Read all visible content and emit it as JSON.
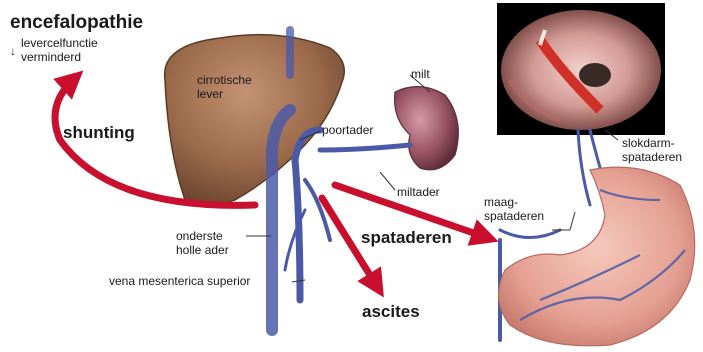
{
  "labels": {
    "encephalopathy": "encefalopathie",
    "liver_function_1": "levercelfunctie",
    "liver_function_2": "verminderd",
    "down_arrow": "↓",
    "cirrhotic_1": "cirrotische",
    "cirrhotic_2": "lever",
    "spleen": "milt",
    "portal_vein": "poortader",
    "shunting": "shunting",
    "splenic_vein": "miltader",
    "esophageal_1": "slokdarm-",
    "esophageal_2": "spataderen",
    "gastric_1": "maag-",
    "gastric_2": "spataderen",
    "varices": "spataderen",
    "ivc_1": "onderste",
    "ivc_2": "holle ader",
    "smv": "vena mesenterica superior",
    "ascites": "ascites"
  },
  "colors": {
    "arrow": "#c8102e",
    "liver": "#9a6a4a",
    "vein": "#4b5aa8",
    "spleen": "#8a4a5a",
    "stomach": "#e8a89a"
  }
}
